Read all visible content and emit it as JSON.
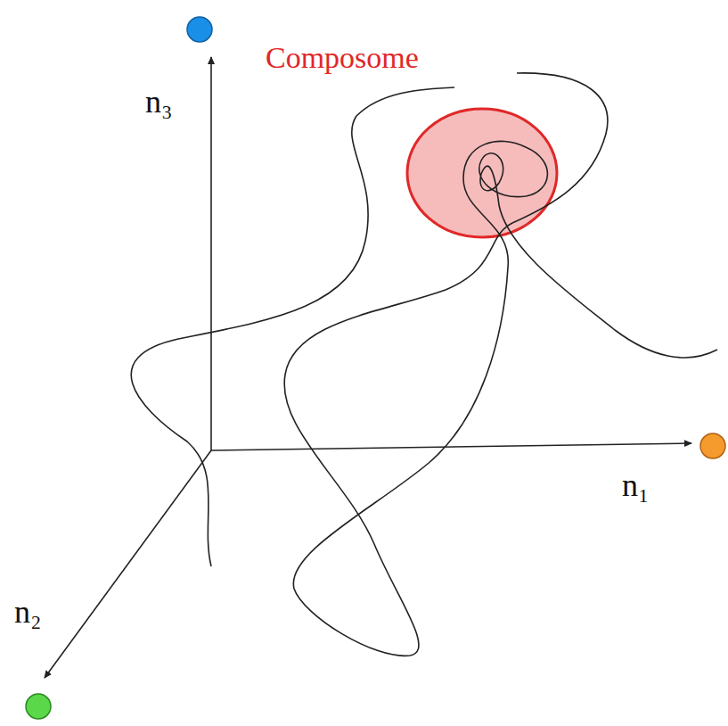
{
  "diagram": {
    "labels": [
      "Composome",
      "n₃",
      "n₁",
      "n₂"
    ]
  }
}
